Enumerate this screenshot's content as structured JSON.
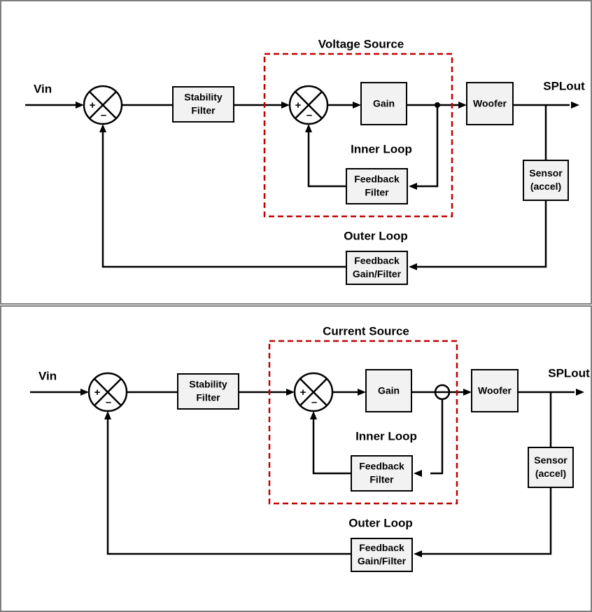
{
  "colors": {
    "accent": "#c00000",
    "block_fill": "#f2f2f2",
    "frame": "#7f7f7f"
  },
  "panels": [
    {
      "source_label": "Voltage Source",
      "input_label": "Vin",
      "output_label": "SPLout",
      "stability_filter": [
        "Stability",
        "Filter"
      ],
      "gain": "Gain",
      "woofer": "Woofer",
      "sensor": [
        "Sensor",
        "(accel)"
      ],
      "inner_feedback": [
        "Feedback",
        "Filter"
      ],
      "outer_feedback": [
        "Feedback",
        "Gain/Filter"
      ],
      "inner_loop": "Inner Loop",
      "outer_loop": "Outer Loop",
      "plus": "+",
      "minus": "–"
    },
    {
      "source_label": "Current Source",
      "input_label": "Vin",
      "output_label": "SPLout",
      "stability_filter": [
        "Stability",
        "Filter"
      ],
      "gain": "Gain",
      "woofer": "Woofer",
      "sensor": [
        "Sensor",
        "(accel)"
      ],
      "inner_feedback": [
        "Feedback",
        "Filter"
      ],
      "outer_feedback": [
        "Feedback",
        "Gain/Filter"
      ],
      "inner_loop": "Inner Loop",
      "outer_loop": "Outer Loop",
      "plus": "+",
      "minus": "–"
    }
  ]
}
